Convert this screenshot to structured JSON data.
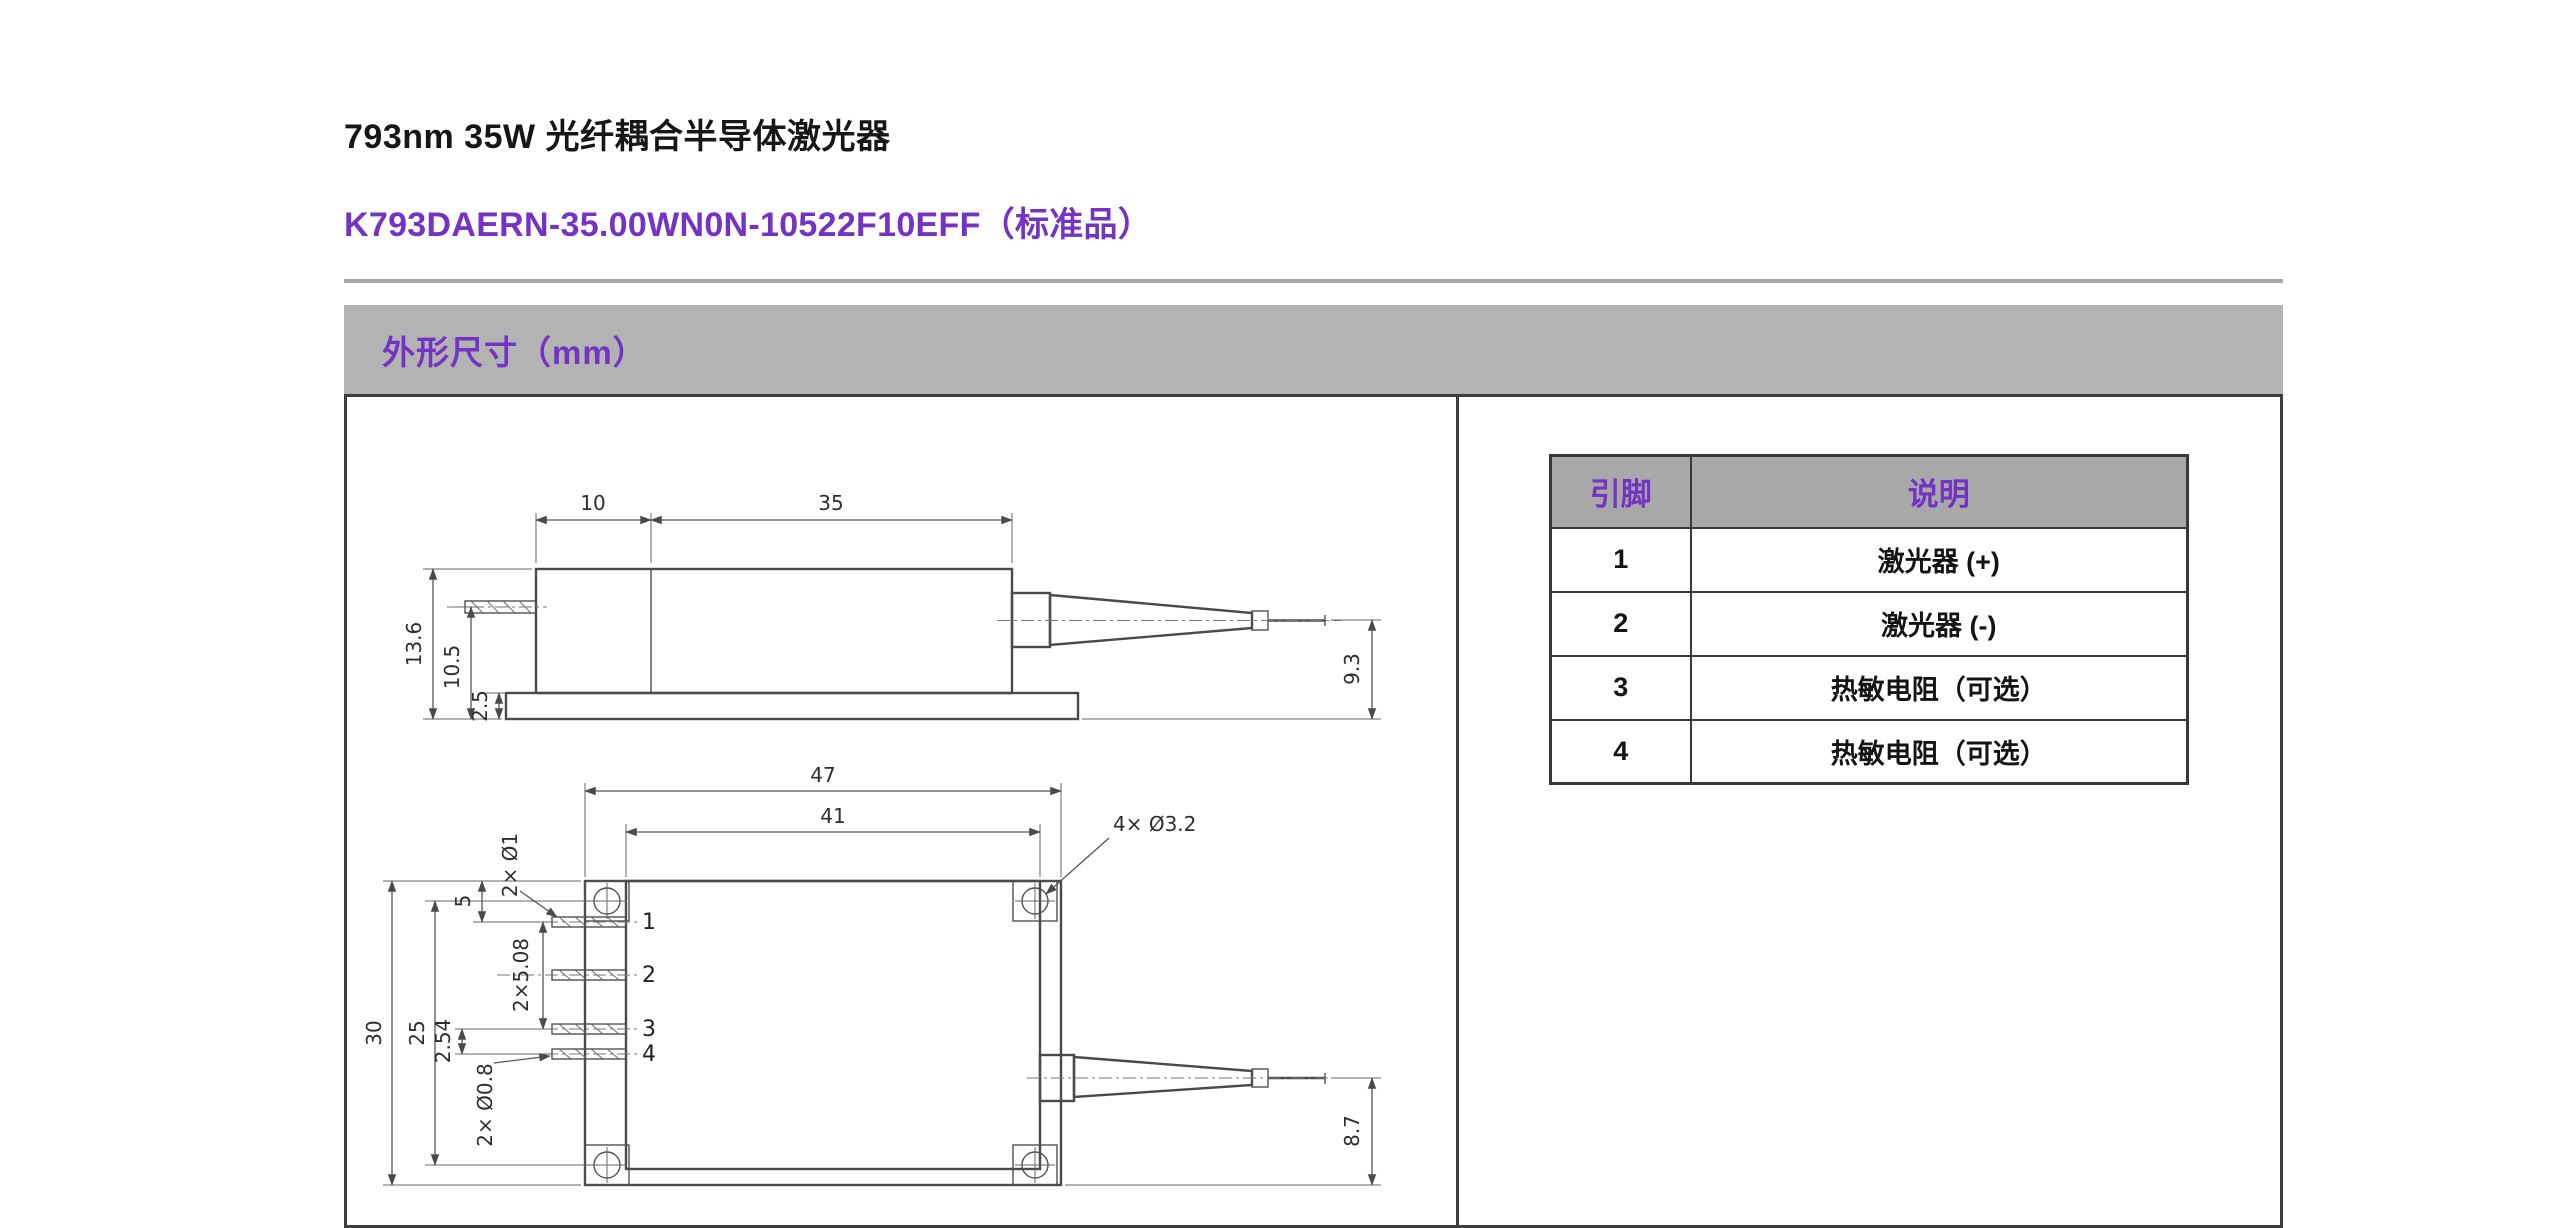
{
  "page": {
    "title": "793nm 35W 光纤耦合半导体激光器",
    "model": "K793DAERN-35.00WN0N-10522F10EFF（标准品）"
  },
  "section": {
    "header": "外形尺寸（mm）"
  },
  "pin_table": {
    "headers": [
      "引脚",
      "说明"
    ],
    "rows": [
      {
        "pin": "1",
        "desc": "激光器 (+)"
      },
      {
        "pin": "2",
        "desc": "激光器 (-)"
      },
      {
        "pin": "3",
        "desc": "热敏电阻（可选）"
      },
      {
        "pin": "4",
        "desc": "热敏电阻（可选）"
      }
    ]
  },
  "drawing": {
    "side": {
      "d10": "10",
      "d35": "35",
      "d13_6": "13.6",
      "d10_5": "10.5",
      "d2_5": "2.5",
      "d9_3": "9.3"
    },
    "top": {
      "d47": "47",
      "d41": "41",
      "d5": "5",
      "d2x1": "2× Ø1",
      "d4x3_2": "4× Ø3.2",
      "d2x5_08": "2×5.08",
      "d30": "30",
      "d25": "25",
      "d2_54": "2.54",
      "d2x0_8": "2× Ø0.8",
      "d8_7": "8.7",
      "pins": [
        "1",
        "2",
        "3",
        "4"
      ]
    }
  },
  "colors": {
    "accent": "#7433c4",
    "bar_gray": "#b3b3b3",
    "table_header_gray": "#a8a8a8",
    "line_dark": "#3d3d3d"
  }
}
